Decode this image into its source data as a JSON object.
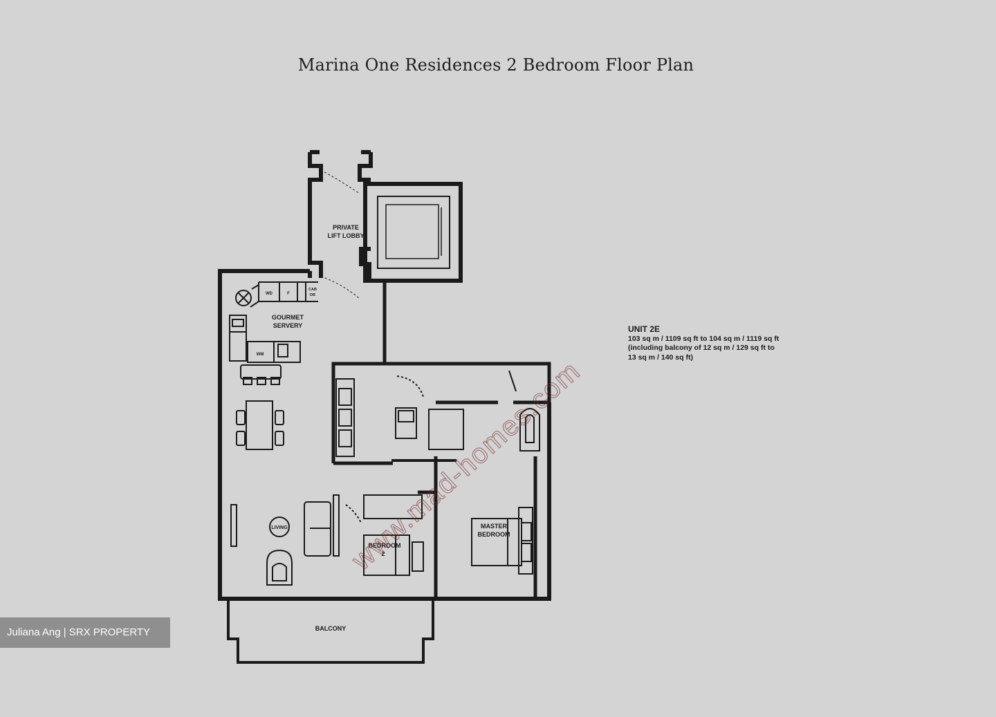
{
  "title": "Marina One Residences 2 Bedroom Floor Plan",
  "unit": {
    "name": "UNIT 2E",
    "area_line": "103 sq m / 1109 sq ft to 104 sq m / 1119 sq ft",
    "balcony_line_1": "(including balcony of 12 sq m / 129 sq ft to",
    "balcony_line_2": "13 sq m / 140 sq ft)"
  },
  "rooms": {
    "private_lift_lobby_1": "PRIVATE",
    "private_lift_lobby_2": "LIFT LOBBY",
    "gourmet_servery_1": "GOURMET",
    "gourmet_servery_2": "SERVERY",
    "living": "LIVING",
    "master_bedroom_1": "MASTER",
    "master_bedroom_2": "BEDROOM",
    "bedroom_2_1": "BEDROOM",
    "bedroom_2_2": "2",
    "balcony": "BALCONY",
    "wd": "WD",
    "wm": "WM",
    "f": "F",
    "cab_1": "CAB",
    "cab_2": "DB"
  },
  "watermark": "www.mad-homes.com",
  "credit": "Juliana Ang | SRX PROPERTY",
  "colors": {
    "background": "#d4d4d4",
    "wall": "#1a1a1a",
    "watermark": "#7a2a2a",
    "credit_bg": "#8f8f8f"
  }
}
